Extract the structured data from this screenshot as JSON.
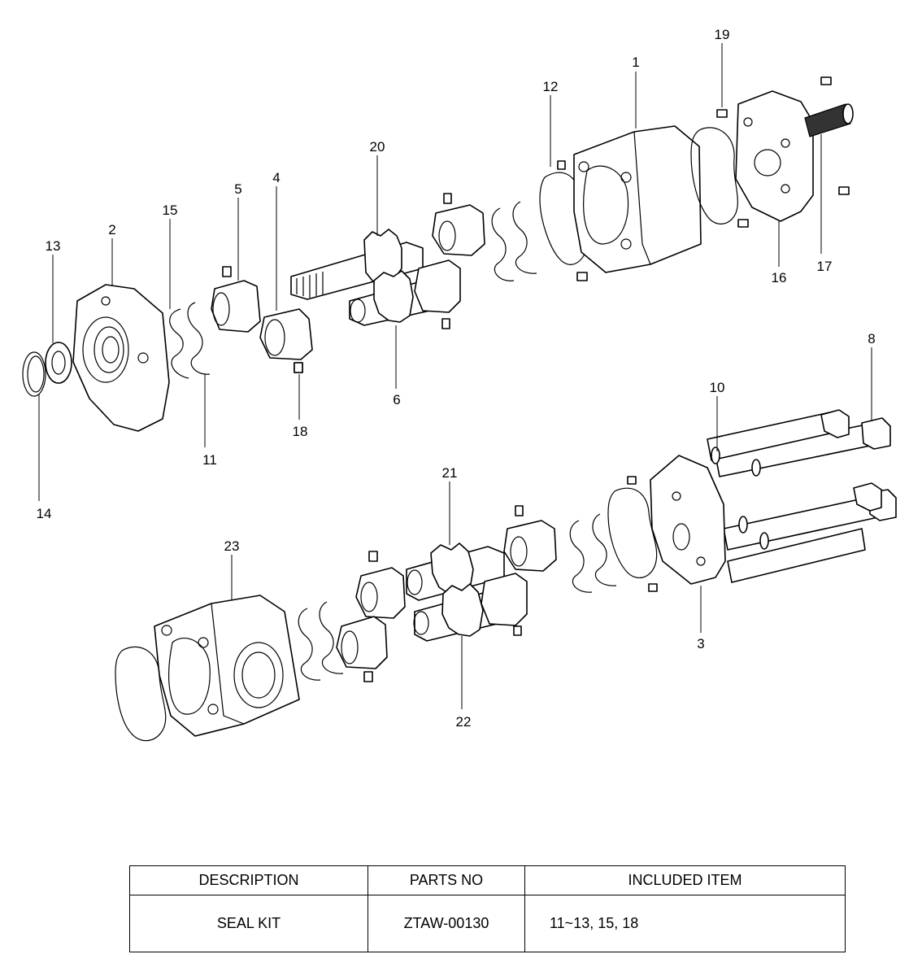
{
  "labels": [
    {
      "id": "1",
      "text": "1"
    },
    {
      "id": "2",
      "text": "2"
    },
    {
      "id": "3",
      "text": "3"
    },
    {
      "id": "4",
      "text": "4"
    },
    {
      "id": "5",
      "text": "5"
    },
    {
      "id": "6",
      "text": "6"
    },
    {
      "id": "8",
      "text": "8"
    },
    {
      "id": "10",
      "text": "10"
    },
    {
      "id": "11",
      "text": "11"
    },
    {
      "id": "12",
      "text": "12"
    },
    {
      "id": "13",
      "text": "13"
    },
    {
      "id": "14",
      "text": "14"
    },
    {
      "id": "15",
      "text": "15"
    },
    {
      "id": "16",
      "text": "16"
    },
    {
      "id": "17",
      "text": "17"
    },
    {
      "id": "18",
      "text": "18"
    },
    {
      "id": "19",
      "text": "19"
    },
    {
      "id": "20",
      "text": "20"
    },
    {
      "id": "21",
      "text": "21"
    },
    {
      "id": "22",
      "text": "22"
    },
    {
      "id": "23",
      "text": "23"
    }
  ],
  "table": {
    "headers": [
      "DESCRIPTION",
      "PARTS NO",
      "INCLUDED ITEM"
    ],
    "rows": [
      [
        "SEAL KIT",
        "ZTAW-00130",
        "11~13, 15, 18"
      ]
    ]
  }
}
